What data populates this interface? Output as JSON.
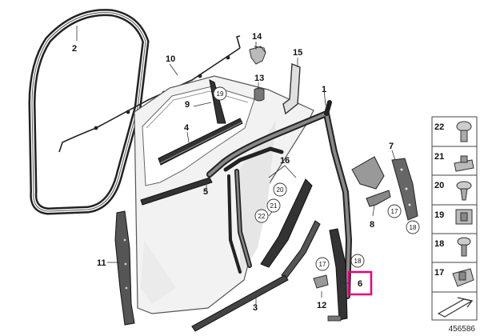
{
  "callouts": {
    "c1": "1",
    "c2": "2",
    "c3": "3",
    "c4": "4",
    "c5": "5",
    "c6": "6",
    "c7": "7",
    "c8": "8",
    "c9": "9",
    "c10": "10",
    "c11": "11",
    "c12": "12",
    "c13": "13",
    "c14": "14",
    "c15": "15",
    "c16": "16"
  },
  "circled": {
    "ci19a": "19",
    "ci20": "20",
    "ci21": "21",
    "ci22": "22",
    "ci17a": "17",
    "ci18a": "18",
    "ci17b": "17",
    "ci18b": "18"
  },
  "panel": {
    "p22": "22",
    "p21": "21",
    "p20": "20",
    "p19": "19",
    "p18": "18",
    "p17": "17"
  },
  "highlight_color": "#e5007e",
  "image_number": "456586"
}
